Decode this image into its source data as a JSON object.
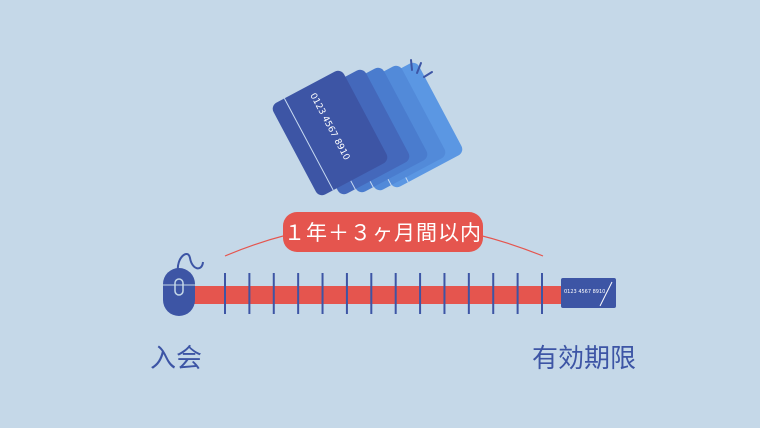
{
  "period_label": "１年＋３ヶ月間以内",
  "start_label": "入会",
  "end_label": "有効期限",
  "card_number": "0123 4567 8910",
  "tick_count": 14,
  "colors": {
    "background": "#c5d8e8",
    "accent": "#e5554e",
    "primary": "#3d55a5"
  }
}
